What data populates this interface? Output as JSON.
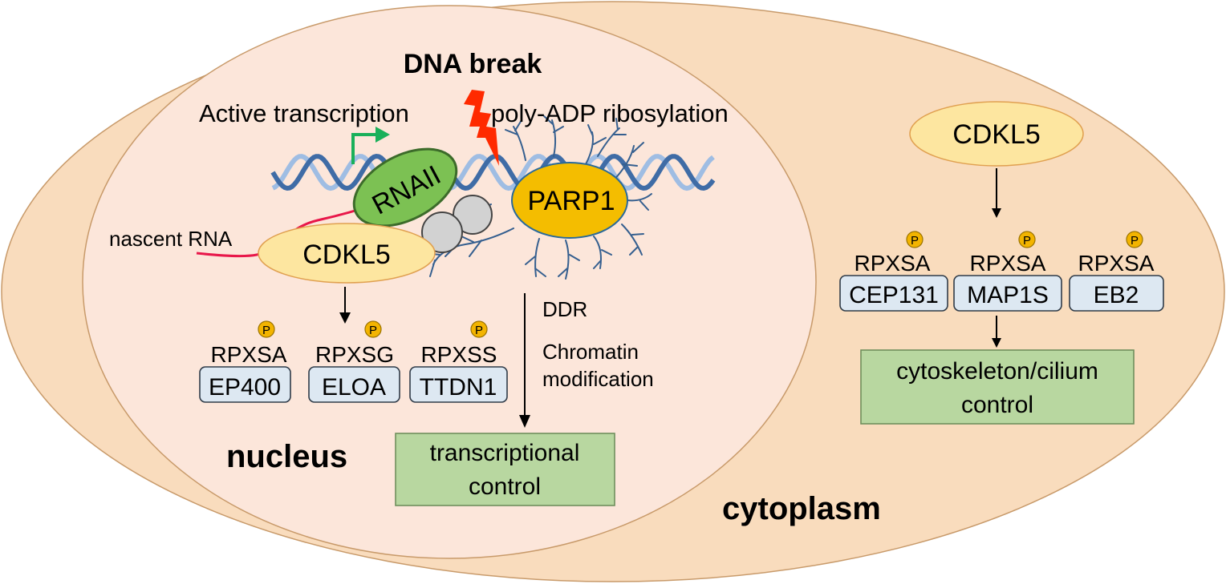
{
  "labels": {
    "dna_break": "DNA break",
    "active_transcription": "Active transcription",
    "poly_adp": "poly-ADP ribosylation",
    "rnaii": "RNAII",
    "parp1": "PARP1",
    "nascent_rna": "nascent RNA",
    "cdkl5_nucleus": "CDKL5",
    "cdkl5_cyto": "CDKL5",
    "ddr": "DDR",
    "chromatin_1": "Chromatin",
    "chromatin_2": "modification",
    "nucleus": "nucleus",
    "cytoplasm": "cytoplasm",
    "transcriptional_1": "transcriptional",
    "transcriptional_2": "control",
    "cyto_control_1": "cytoskeleton/cilium",
    "cyto_control_2": "control",
    "phospho": "P"
  },
  "nuclear_targets": [
    {
      "motif": "RPXSA",
      "protein": "EP400"
    },
    {
      "motif": "RPXSG",
      "protein": "ELOA"
    },
    {
      "motif": "RPXSS",
      "protein": "TTDN1"
    }
  ],
  "cytoplasmic_targets": [
    {
      "motif": "RPXSA",
      "protein": "CEP131"
    },
    {
      "motif": "RPXSA",
      "protein": "MAP1S"
    },
    {
      "motif": "RPXSA",
      "protein": "EB2"
    }
  ],
  "colors": {
    "cytoplasm": "#f9dcbd",
    "nucleus": "#fce6da",
    "cdkl5": "#fde6a0",
    "rnaii": "#7cc153",
    "parp1": "#f4bd00",
    "target_box": "#dde8f2",
    "output_box": "#b8d7a0",
    "bolt": "#ff2a00",
    "rna": "#e8174a",
    "tss_arrow": "#19b05a"
  }
}
